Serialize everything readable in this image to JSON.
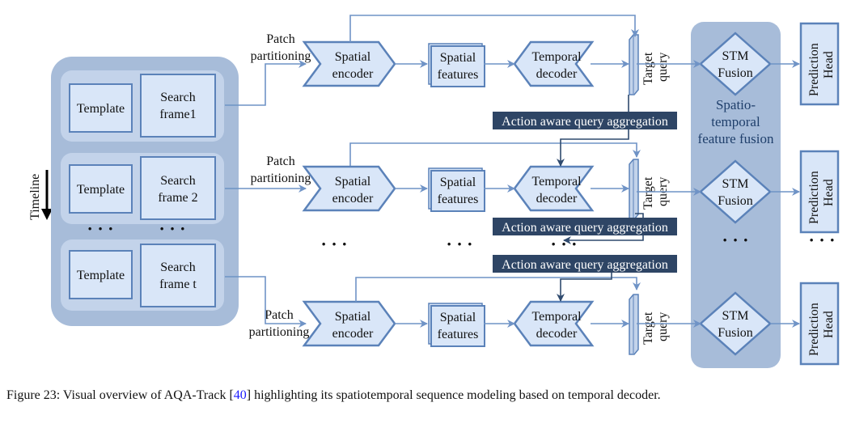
{
  "diagram": {
    "timeline_label": "Timeline",
    "rows": [
      {
        "template": "Template",
        "search": [
          "Search",
          "frame1"
        ]
      },
      {
        "template": "Template",
        "search": [
          "Search",
          "frame 2"
        ]
      },
      {
        "template": "Template",
        "search": [
          "Search",
          "frame t"
        ]
      }
    ],
    "ellipsis": "· · ·",
    "patch_label": [
      "Patch",
      "partitioning"
    ],
    "spatial_encoder": [
      "Spatial",
      "encoder"
    ],
    "spatial_features": [
      "Spatial",
      "features"
    ],
    "temporal_decoder": [
      "Temporal",
      "decoder"
    ],
    "target_query": [
      "Target",
      "query"
    ],
    "aqa_label": "Action aware query aggregation",
    "stm_fusion": [
      "STM",
      "Fusion"
    ],
    "fusion_group_label": [
      "Spatio-",
      "temporal",
      "feature fusion"
    ],
    "prediction_head": [
      "Prediction",
      "Head"
    ],
    "colors": {
      "outer_panel": "#a7bcd9",
      "inner_panel": "#c3d3ea",
      "box_fill": "#d9e6f8",
      "box_stroke": "#5b82b9",
      "line": "#6f93c6",
      "dark_line": "#2f4a6e",
      "dark_label_bg": "#2e4565"
    }
  },
  "caption": {
    "prefix": "Figure 23: Visual overview of AQA-Track [",
    "ref": "40",
    "suffix": "] highlighting its spatiotemporal sequence modeling based on temporal decoder."
  }
}
